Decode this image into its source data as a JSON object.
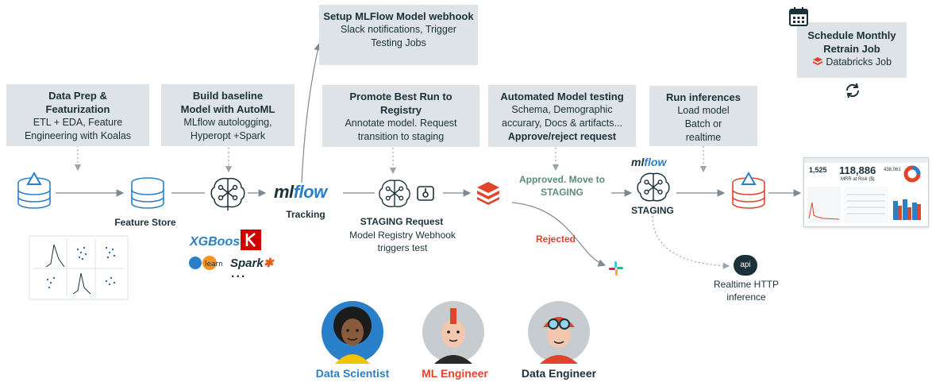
{
  "boxes": {
    "data_prep": {
      "title": "Data Prep & Featurization",
      "desc": "ETL + EDA, Feature Engineering with Koalas"
    },
    "baseline": {
      "title": "Build baseline Model with AutoML",
      "desc": "MLflow autologging, Hyperopt +Spark"
    },
    "webhook": {
      "title": "Setup MLFlow Model webhook",
      "desc": "Slack notifications, Trigger Testing Jobs"
    },
    "promote": {
      "title": "Promote Best Run to Registry",
      "desc": "Annotate model. Request transition to staging"
    },
    "testing": {
      "title": "Automated Model testing",
      "desc": "Schema, Demographic accurary, Docs & artifacts...",
      "bold": "Approve/reject request"
    },
    "inference": {
      "title": "Run inferences",
      "desc": "Load model Batch or realtime"
    },
    "retrain": {
      "title": "Schedule Monthly Retrain Job",
      "desc": "Databricks Job"
    }
  },
  "labels": {
    "feature_store": "Feature Store",
    "tracking": "Tracking",
    "staging_request_title": "STAGING Request",
    "staging_request_desc": "Model Registry Webhook triggers test",
    "approved": "Approved. Move to STAGING",
    "rejected": "Rejected",
    "staging": "STAGING",
    "realtime": "Realtime HTTP inference",
    "mlflow_logo": "mlflow",
    "mlflow_logo_small": "mlflow",
    "xgboost": "XGBoost",
    "spark": "Spark",
    "sklearn": "learn",
    "ellipsis": "...",
    "api": "api"
  },
  "dashboard": {
    "kpi1_value": "1,525",
    "kpi2_value": "118,886",
    "kpi2_label": "MRR at Risk ($)",
    "kpi3_value": "438,061"
  },
  "personas": [
    {
      "name": "Data Scientist",
      "color": "#2a80c8"
    },
    {
      "name": "ML Engineer",
      "color": "#e0452b"
    },
    {
      "name": "Data Engineer",
      "color": "#1b3139"
    }
  ],
  "colors": {
    "box_bg": "#dde3e6",
    "dark": "#1b3139",
    "accent_red": "#e0452b",
    "approved_green": "#5b8c7a",
    "flow_gray": "#7d8a90",
    "blue": "#2a80c8"
  }
}
